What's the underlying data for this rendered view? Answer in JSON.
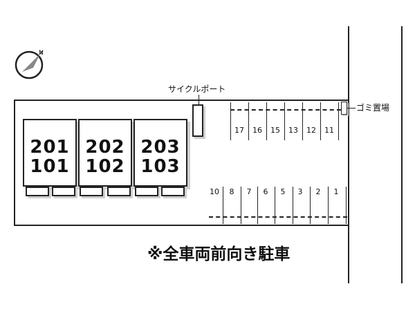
{
  "compass": {
    "icon": "north-arrow-icon"
  },
  "units": [
    {
      "upper": "201",
      "lower": "101"
    },
    {
      "upper": "202",
      "lower": "102"
    },
    {
      "upper": "203",
      "lower": "103"
    }
  ],
  "cycle_port_label": "サイクルポート",
  "garbage_label": "ゴミ置場",
  "top_stalls": [
    "17",
    "16",
    "15",
    "13",
    "12",
    "11"
  ],
  "bottom_stalls": [
    "10",
    "8",
    "7",
    "6",
    "5",
    "3",
    "2",
    "1"
  ],
  "note": "※全車両前向き駐車",
  "colors": {
    "line": "#222222",
    "shadow": "#cfcfcf",
    "background": "#ffffff"
  }
}
